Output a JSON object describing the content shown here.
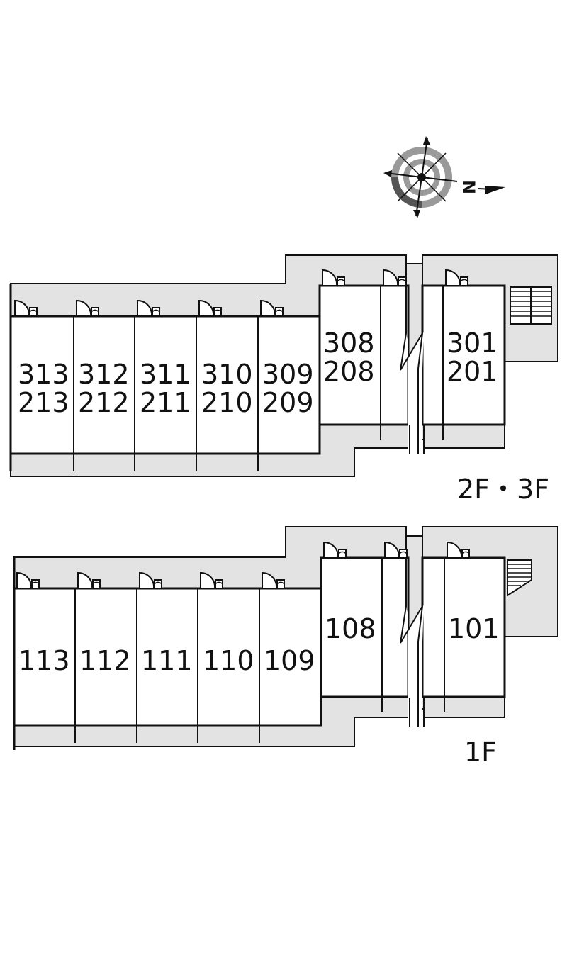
{
  "compass": {
    "north_label": "N",
    "icon": "compass-icon"
  },
  "upper": {
    "floor_label": "2F・3F",
    "units": [
      [
        "313",
        "213"
      ],
      [
        "312",
        "212"
      ],
      [
        "311",
        "211"
      ],
      [
        "310",
        "210"
      ],
      [
        "309",
        "209"
      ],
      [
        "308",
        "208"
      ],
      [
        "301",
        "201"
      ]
    ]
  },
  "lower": {
    "floor_label": "1F",
    "units": [
      "113",
      "112",
      "111",
      "110",
      "109",
      "108",
      "101"
    ]
  },
  "colors": {
    "corridor": "#e3e3e3",
    "wall": "#111111",
    "compass_ring": "#9a9a9a"
  }
}
